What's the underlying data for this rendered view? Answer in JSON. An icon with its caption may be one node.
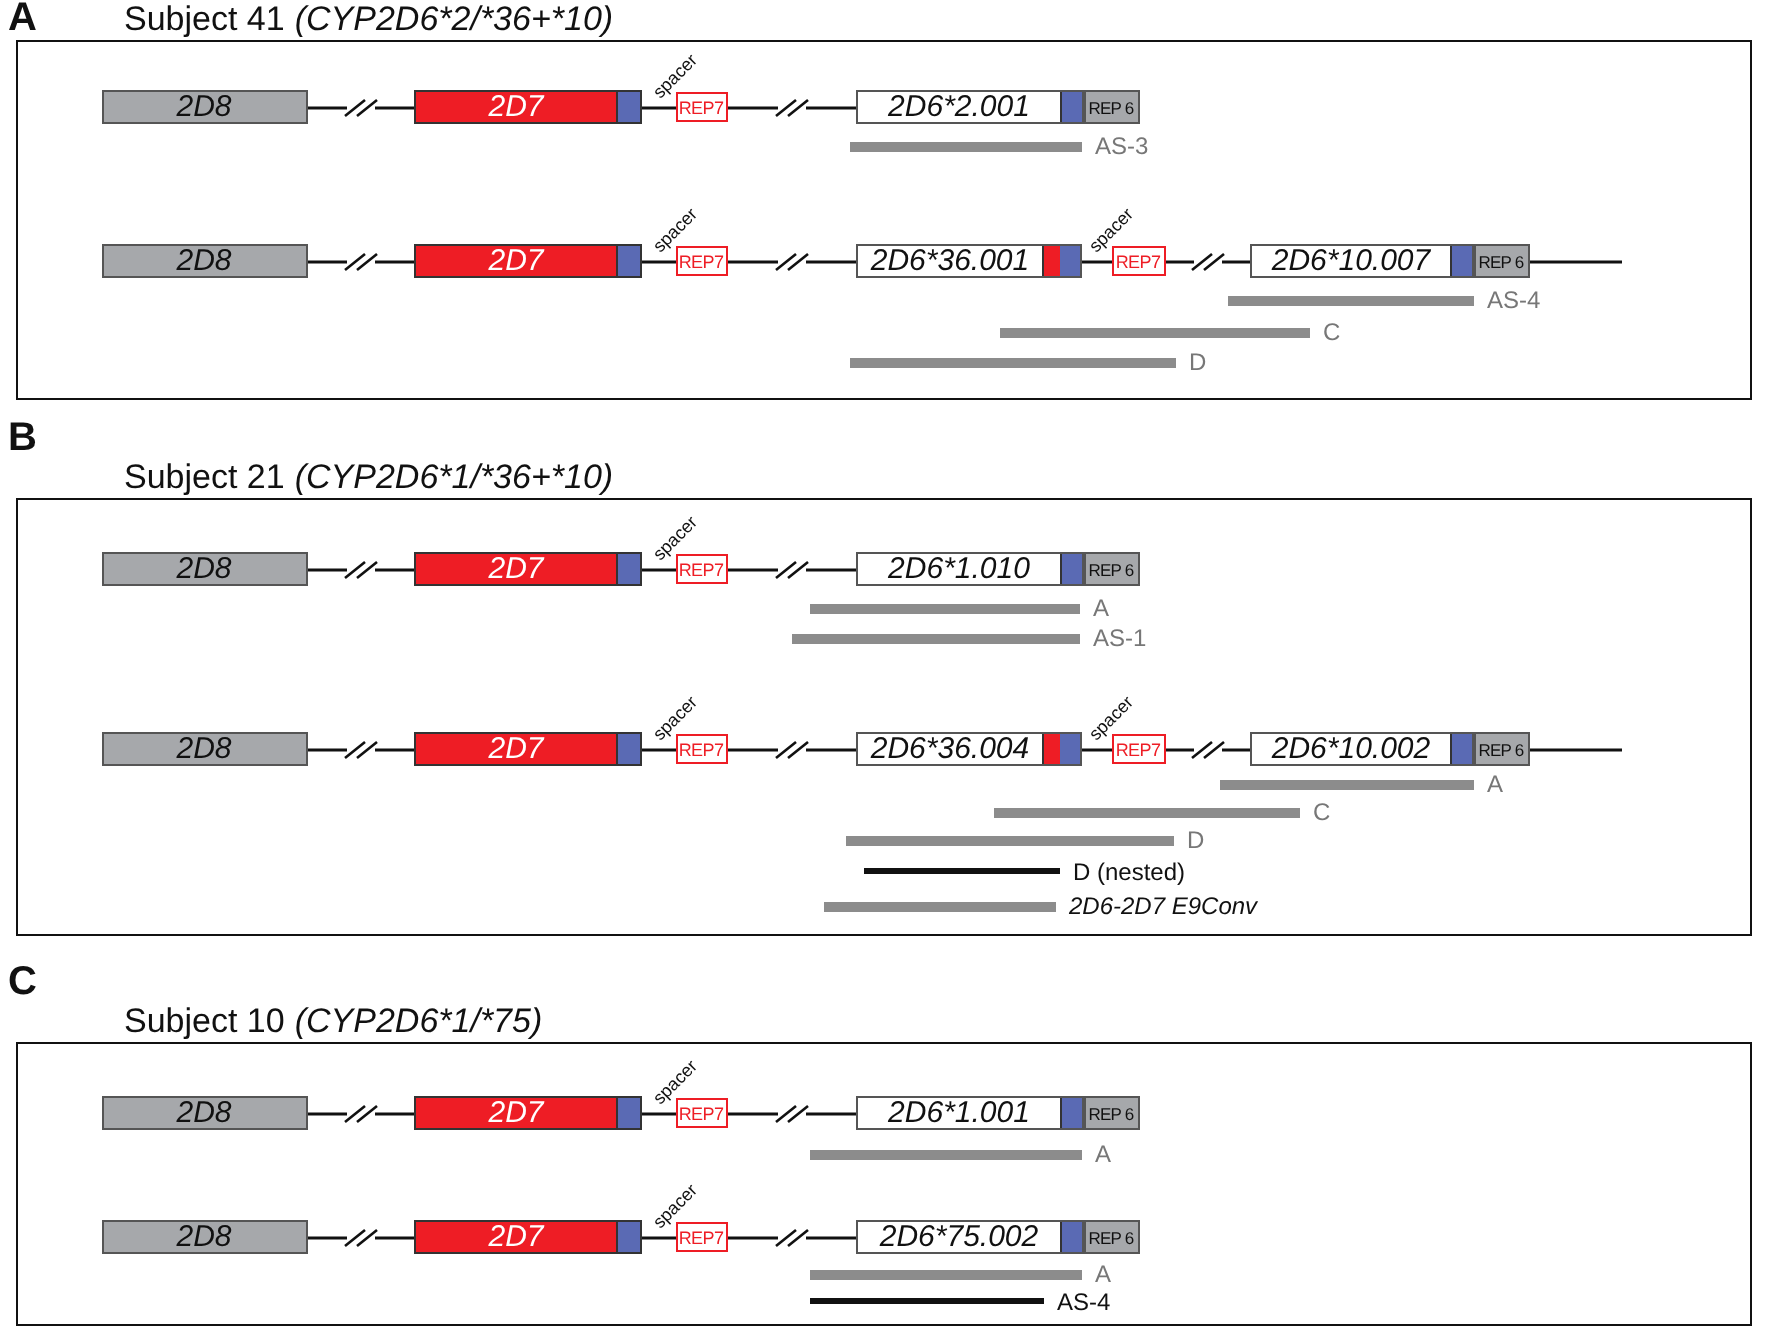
{
  "diagram": {
    "nodes": [
      {
        "text": [
          "Subject 41",
          "(CYP2D6*2/*36+*10)"
        ]
      },
      {
        "text": [
          "2D8"
        ],
        "in": 0
      },
      {
        "text": [
          "2D7"
        ],
        "in": 0
      },
      {
        "text": [
          "REP7"
        ],
        "in": 0,
        "beside": [
          "spacer"
        ]
      },
      {
        "text": [
          "2D6*2.001"
        ],
        "in": 0
      },
      {
        "text": [
          "REP 6"
        ],
        "in": 0
      },
      {
        "text": [
          "AS-3"
        ],
        "in": 0
      },
      {
        "text": [
          "2D8"
        ],
        "in": 0
      },
      {
        "text": [
          "2D7"
        ],
        "in": 0
      },
      {
        "text": [
          "REP7"
        ],
        "in": 0,
        "beside": [
          "spacer"
        ]
      },
      {
        "text": [
          "2D6*36.001"
        ],
        "in": 0
      },
      {
        "text": [
          "REP7"
        ],
        "in": 0,
        "beside": [
          "spacer"
        ]
      },
      {
        "text": [
          "2D6*10.007"
        ],
        "in": 0
      },
      {
        "text": [
          "REP 6"
        ],
        "in": 0
      },
      {
        "text": [
          "AS-4"
        ],
        "in": 0
      },
      {
        "text": [
          "C"
        ],
        "in": 0
      },
      {
        "text": [
          "D"
        ],
        "in": 0
      },
      {
        "text": [
          "Subject 21",
          "(CYP2D6*1/*36+*10)"
        ]
      },
      {
        "text": [
          "2D8"
        ],
        "in": 17
      },
      {
        "text": [
          "2D7"
        ],
        "in": 17
      },
      {
        "text": [
          "REP7"
        ],
        "in": 17,
        "beside": [
          "spacer"
        ]
      },
      {
        "text": [
          "2D6*1.010"
        ],
        "in": 17
      },
      {
        "text": [
          "REP 6"
        ],
        "in": 17
      },
      {
        "text": [
          "A"
        ],
        "in": 17
      },
      {
        "text": [
          "AS-1"
        ],
        "in": 17
      },
      {
        "text": [
          "2D8"
        ],
        "in": 17
      },
      {
        "text": [
          "2D7"
        ],
        "in": 17
      },
      {
        "text": [
          "REP7"
        ],
        "in": 17,
        "beside": [
          "spacer"
        ]
      },
      {
        "text": [
          "2D6*36.004"
        ],
        "in": 17
      },
      {
        "text": [
          "REP7"
        ],
        "in": 17,
        "beside": [
          "spacer"
        ]
      },
      {
        "text": [
          "2D6*10.002"
        ],
        "in": 17
      },
      {
        "text": [
          "REP 6"
        ],
        "in": 17
      },
      {
        "text": [
          "A"
        ],
        "in": 17
      },
      {
        "text": [
          "C"
        ],
        "in": 17
      },
      {
        "text": [
          "D"
        ],
        "in": 17
      },
      {
        "text": [
          "D (nested)"
        ],
        "in": 17
      },
      {
        "text": [
          "2D6-2D7 E9Conv"
        ],
        "in": 17
      },
      {
        "text": [
          "Subject 10",
          "(CYP2D6*1/*75)"
        ]
      },
      {
        "text": [
          "2D8"
        ],
        "in": 37
      },
      {
        "text": [
          "2D7"
        ],
        "in": 37
      },
      {
        "text": [
          "REP7"
        ],
        "in": 37,
        "beside": [
          "spacer"
        ]
      },
      {
        "text": [
          "2D6*1.001"
        ],
        "in": 37
      },
      {
        "text": [
          "REP 6"
        ],
        "in": 37
      },
      {
        "text": [
          "A"
        ],
        "in": 37
      },
      {
        "text": [
          "2D8"
        ],
        "in": 37
      },
      {
        "text": [
          "2D7"
        ],
        "in": 37
      },
      {
        "text": [
          "REP7"
        ],
        "in": 37,
        "beside": [
          "spacer"
        ]
      },
      {
        "text": [
          "2D6*75.002"
        ],
        "in": 37
      },
      {
        "text": [
          "REP 6"
        ],
        "in": 37
      },
      {
        "text": [
          "A"
        ],
        "in": 37
      },
      {
        "text": [
          "AS-4"
        ],
        "in": 37
      }
    ],
    "edges": [
      {
        "from": 1,
        "to": 2,
        "arrow": "none"
      },
      {
        "from": 2,
        "to": 3,
        "arrow": "none"
      },
      {
        "from": 3,
        "to": 4,
        "arrow": "none"
      },
      {
        "from": 7,
        "to": 8,
        "arrow": "none"
      },
      {
        "from": 8,
        "to": 9,
        "arrow": "none"
      },
      {
        "from": 9,
        "to": 10,
        "arrow": "none"
      },
      {
        "from": 10,
        "to": 11,
        "arrow": "none"
      },
      {
        "from": 11,
        "to": 12,
        "arrow": "none"
      },
      {
        "from": 13,
        "to": null,
        "arrow": "none"
      },
      {
        "from": 18,
        "to": 19,
        "arrow": "none"
      },
      {
        "from": 19,
        "to": 20,
        "arrow": "none"
      },
      {
        "from": 20,
        "to": 21,
        "arrow": "none"
      },
      {
        "from": 25,
        "to": 26,
        "arrow": "none"
      },
      {
        "from": 26,
        "to": 27,
        "arrow": "none"
      },
      {
        "from": 27,
        "to": 28,
        "arrow": "none"
      },
      {
        "from": 28,
        "to": 29,
        "arrow": "none"
      },
      {
        "from": 29,
        "to": 30,
        "arrow": "none"
      },
      {
        "from": 31,
        "to": null,
        "arrow": "none"
      },
      {
        "from": 38,
        "to": 39,
        "arrow": "none"
      },
      {
        "from": 39,
        "to": 40,
        "arrow": "none"
      },
      {
        "from": 40,
        "to": 41,
        "arrow": "none"
      },
      {
        "from": 44,
        "to": 45,
        "arrow": "none"
      },
      {
        "from": 45,
        "to": 46,
        "arrow": "none"
      },
      {
        "from": 46,
        "to": 47,
        "arrow": "none"
      }
    ],
    "labels": [
      "A",
      "B",
      "C"
    ]
  }
}
